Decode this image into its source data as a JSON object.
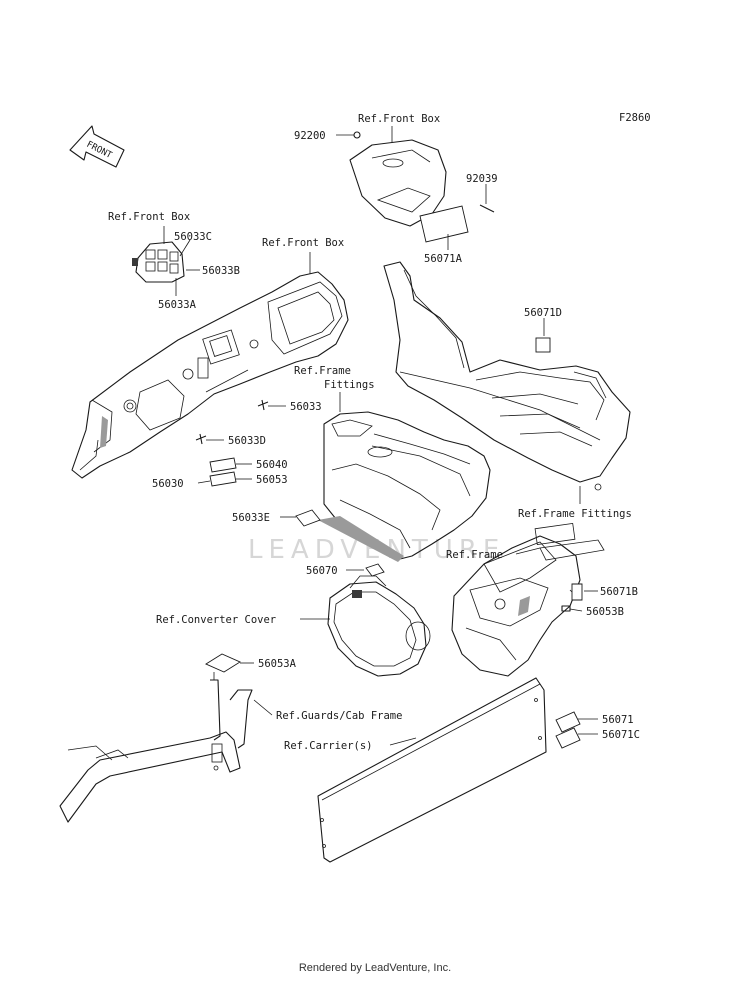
{
  "figure_code": "F2860",
  "direction_arrow": "FRONT",
  "watermark": "LEADVENTURE",
  "footer": "Rendered by LeadVenture, Inc.",
  "labels": {
    "ref_front_box_top": "Ref.Front Box",
    "p92200": "92200",
    "p92039": "92039",
    "p56071A": "56071A",
    "ref_front_box_left": "Ref.Front Box",
    "p56033C": "56033C",
    "p56033B": "56033B",
    "p56033A": "56033A",
    "ref_front_box_mid": "Ref.Front Box",
    "p56071D": "56071D",
    "ref_frame_fittings_1": "Ref.Frame",
    "ref_frame_fittings_2": "Fittings",
    "p56033": "56033",
    "p56033D": "56033D",
    "p56040": "56040",
    "p56030": "56030",
    "p56053": "56053",
    "ref_frame_fittings_right": "Ref.Frame Fittings",
    "p56033E": "56033E",
    "ref_frame": "Ref.Frame",
    "p56070": "56070",
    "p56071B": "56071B",
    "p56053B": "56053B",
    "ref_converter_cover": "Ref.Converter Cover",
    "p56053A": "56053A",
    "ref_guards_cab_frame": "Ref.Guards/Cab Frame",
    "ref_carriers": "Ref.Carrier(s)",
    "p56071": "56071",
    "p56071C": "56071C"
  }
}
